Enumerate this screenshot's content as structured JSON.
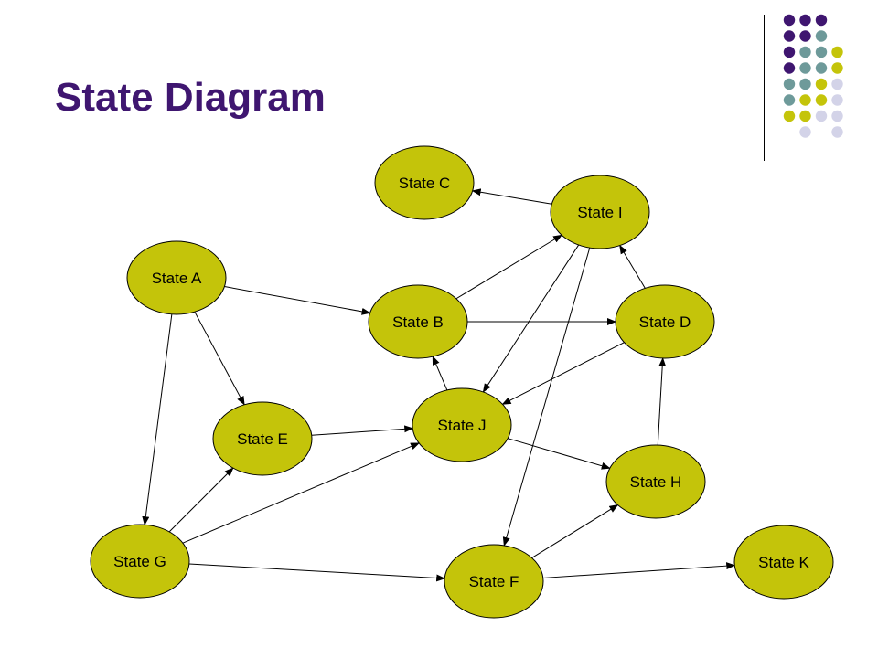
{
  "title": "State Diagram",
  "colors": {
    "title": "#3f1670",
    "node_fill": "#c4c40a",
    "node_stroke": "#000000",
    "edge": "#000000",
    "dot_purple": "#3f1670",
    "dot_teal": "#6e9a9a",
    "dot_olive": "#c4c40a",
    "dot_lavender": "#d3d3e8"
  },
  "decor_dots": [
    [
      "purple",
      "purple",
      "purple",
      ""
    ],
    [
      "purple",
      "purple",
      "teal",
      ""
    ],
    [
      "purple",
      "teal",
      "teal",
      "olive"
    ],
    [
      "purple",
      "teal",
      "teal",
      "olive"
    ],
    [
      "teal",
      "teal",
      "olive",
      "lavender"
    ],
    [
      "teal",
      "olive",
      "olive",
      "lavender"
    ],
    [
      "olive",
      "olive",
      "lavender",
      "lavender"
    ],
    [
      "",
      "lavender",
      "",
      "lavender"
    ]
  ],
  "nodes": [
    {
      "id": "A",
      "label": "State A"
    },
    {
      "id": "B",
      "label": "State B"
    },
    {
      "id": "C",
      "label": "State C"
    },
    {
      "id": "D",
      "label": "State D"
    },
    {
      "id": "E",
      "label": "State E"
    },
    {
      "id": "F",
      "label": "State F"
    },
    {
      "id": "G",
      "label": "State G"
    },
    {
      "id": "H",
      "label": "State H"
    },
    {
      "id": "I",
      "label": "State I"
    },
    {
      "id": "J",
      "label": "State J"
    },
    {
      "id": "K",
      "label": "State K"
    }
  ],
  "edges": [
    {
      "from": "A",
      "to": "B"
    },
    {
      "from": "A",
      "to": "E"
    },
    {
      "from": "A",
      "to": "G"
    },
    {
      "from": "I",
      "to": "C"
    },
    {
      "from": "B",
      "to": "I"
    },
    {
      "from": "B",
      "to": "D"
    },
    {
      "from": "D",
      "to": "I"
    },
    {
      "from": "D",
      "to": "J"
    },
    {
      "from": "I",
      "to": "J"
    },
    {
      "from": "I",
      "to": "F"
    },
    {
      "from": "J",
      "to": "B"
    },
    {
      "from": "E",
      "to": "J"
    },
    {
      "from": "J",
      "to": "H"
    },
    {
      "from": "H",
      "to": "D"
    },
    {
      "from": "G",
      "to": "E"
    },
    {
      "from": "G",
      "to": "J"
    },
    {
      "from": "G",
      "to": "F"
    },
    {
      "from": "F",
      "to": "H"
    },
    {
      "from": "F",
      "to": "K"
    }
  ]
}
